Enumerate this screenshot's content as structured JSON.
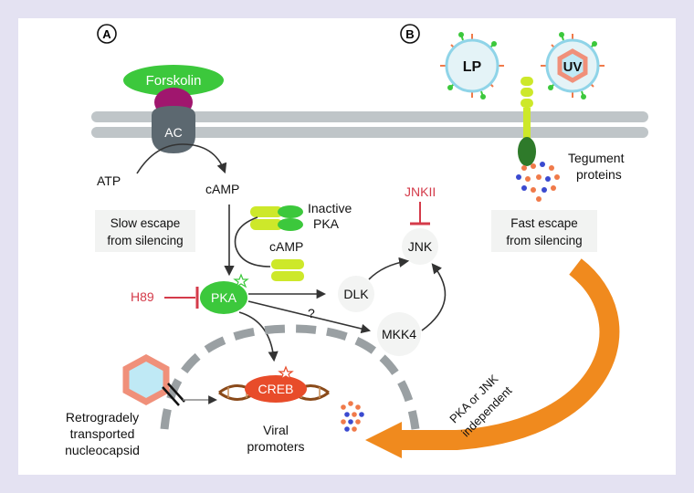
{
  "panels": {
    "a": "A",
    "b": "B"
  },
  "colors": {
    "background": "#e4e2f2",
    "membrane": "#bfc5c8",
    "pka_green": "#3cc83c",
    "inactive_pka": "#cde82a",
    "inhibitor_red": "#d43b4a",
    "creb_orange": "#e84c2a",
    "arrow_orange": "#f08a1e",
    "capsid_cyan": "#bfe9f5",
    "capsid_salmon": "#f0907a"
  },
  "labels": {
    "forskolin": "Forskolin",
    "ac": "AC",
    "atp": "ATP",
    "camp_top": "cAMP",
    "inactive_pka_1": "Inactive",
    "inactive_pka_2": "PKA",
    "camp_bottom": "cAMP",
    "slow_escape_1": "Slow escape",
    "slow_escape_2": "from silencing",
    "h89": "H89",
    "pka": "PKA",
    "question": "?",
    "dlk": "DLK",
    "mkk4": "MKK4",
    "jnk": "JNK",
    "jnkii": "JNKII",
    "creb": "CREB",
    "viral_promoters_1": "Viral",
    "viral_promoters_2": "promoters",
    "retro_1": "Retrogradely",
    "retro_2": "transported",
    "retro_3": "nucleocapsid",
    "lp": "LP",
    "uv": "UV",
    "tegument_1": "Tegument",
    "tegument_2": "proteins",
    "fast_escape_1": "Fast escape",
    "fast_escape_2": "from silencing",
    "independent_1": "PKA or JNK",
    "independent_2": "independent"
  }
}
